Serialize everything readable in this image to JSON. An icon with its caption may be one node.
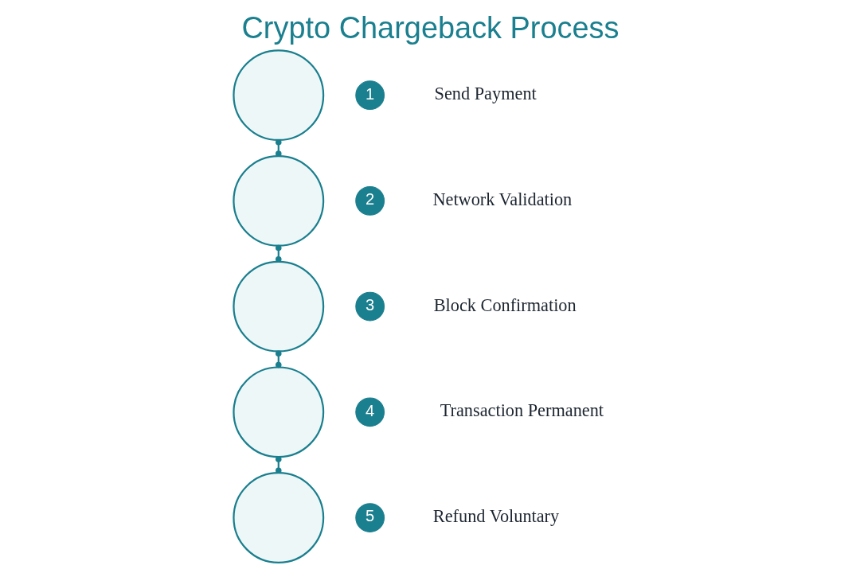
{
  "diagram": {
    "title": "Crypto Chargeback Process",
    "nodes": [
      {
        "text": [],
        "shape": "circle"
      },
      {
        "text": [],
        "shape": "circle"
      },
      {
        "text": [],
        "shape": "circle"
      },
      {
        "text": [],
        "shape": "circle"
      },
      {
        "text": [],
        "shape": "circle"
      },
      {
        "text": [
          "1"
        ],
        "beside": [
          "Send Payment"
        ]
      },
      {
        "text": [
          "2"
        ],
        "beside": [
          "Network Validation"
        ]
      },
      {
        "text": [
          "3"
        ],
        "beside": [
          "Block Confirmation"
        ]
      },
      {
        "text": [
          "4"
        ],
        "beside": [
          "Transaction Permanent"
        ]
      },
      {
        "text": [
          "5"
        ],
        "beside": [
          "Refund Voluntary"
        ]
      }
    ],
    "edges": [
      {
        "from": 0,
        "to": 1,
        "arrow": "other"
      },
      {
        "from": 1,
        "to": 2,
        "arrow": "other"
      },
      {
        "from": 2,
        "to": 3,
        "arrow": "other"
      },
      {
        "from": 3,
        "to": 4,
        "arrow": "other"
      }
    ]
  }
}
